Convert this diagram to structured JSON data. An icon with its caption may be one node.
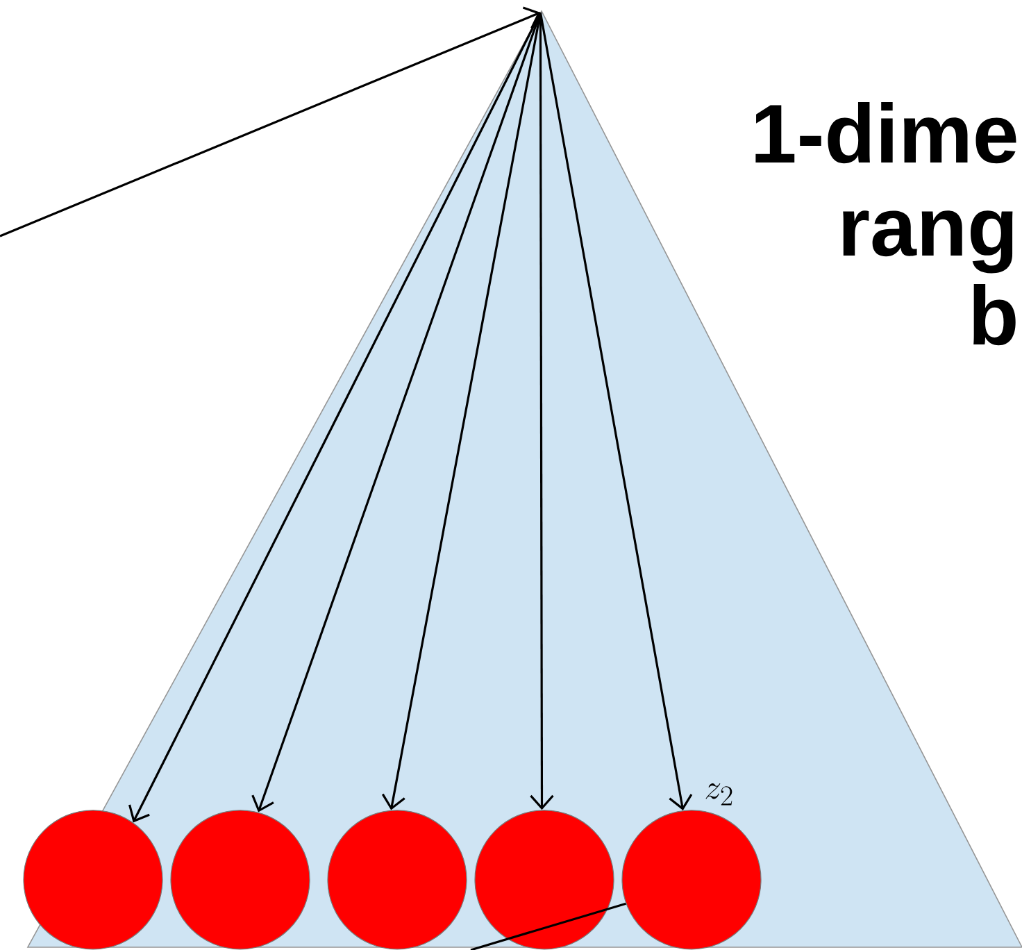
{
  "diagram": {
    "nodes": [
      {
        "text": [],
        "shape": "triangle"
      },
      {
        "text": [],
        "shape": "circle",
        "in": 0
      },
      {
        "text": [],
        "shape": "circle",
        "in": 0
      },
      {
        "text": [],
        "shape": "circle",
        "in": 0
      },
      {
        "text": [],
        "shape": "circle",
        "in": 0
      },
      {
        "text": [],
        "shape": "circle",
        "in": 0,
        "beside": [
          "z_2"
        ]
      }
    ],
    "edges": [
      {
        "from": null,
        "to": 0,
        "arrow": "to"
      },
      {
        "from": 0,
        "to": 1,
        "arrow": "to"
      },
      {
        "from": 0,
        "to": 2,
        "arrow": "to"
      },
      {
        "from": 0,
        "to": 3,
        "arrow": "to"
      },
      {
        "from": 0,
        "to": 4,
        "arrow": "to"
      },
      {
        "from": 0,
        "to": 5,
        "arrow": "to"
      },
      {
        "from": 5,
        "to": null,
        "arrow": "none"
      }
    ],
    "labels": [
      "1-dime",
      "rang",
      "b"
    ]
  }
}
